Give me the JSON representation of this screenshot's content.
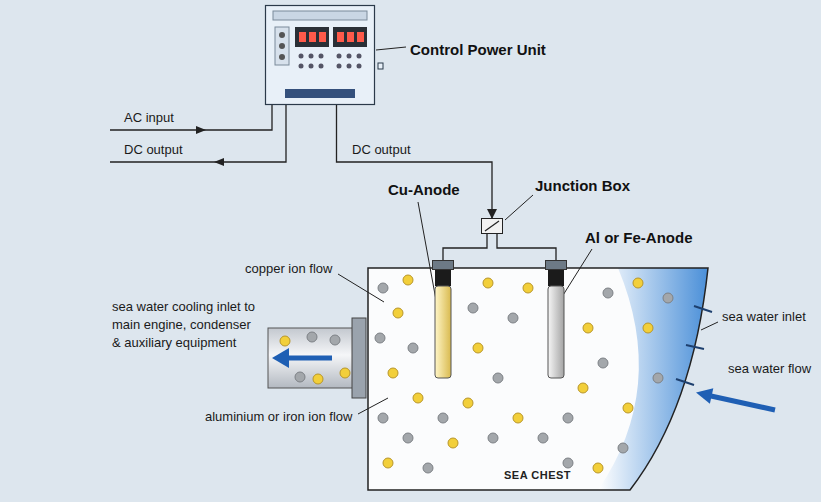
{
  "diagram": {
    "nodes": [
      {
        "text": [
          "Control Power Unit"
        ]
      },
      {
        "text": [
          "Junction Box"
        ]
      },
      {
        "text": [
          "SEA CHEST"
        ]
      },
      {
        "text": [
          "Cu-Anode"
        ],
        "in": 2
      },
      {
        "text": [
          "Al or Fe-Anode"
        ],
        "in": 2
      }
    ],
    "edges": [
      {
        "from": 0,
        "to": 1,
        "label": "DC output",
        "arrow": "to"
      },
      {
        "from": 1,
        "to": 3,
        "arrow": "none"
      },
      {
        "from": 1,
        "to": 4,
        "arrow": "none"
      }
    ],
    "labels": [
      "AC input",
      "DC output",
      "copper ion flow",
      "sea water cooling inlet to main engine, condenser & auxiliary equipment",
      "aluminium or iron ion flow",
      "sea water inlet",
      "sea water flow"
    ]
  }
}
